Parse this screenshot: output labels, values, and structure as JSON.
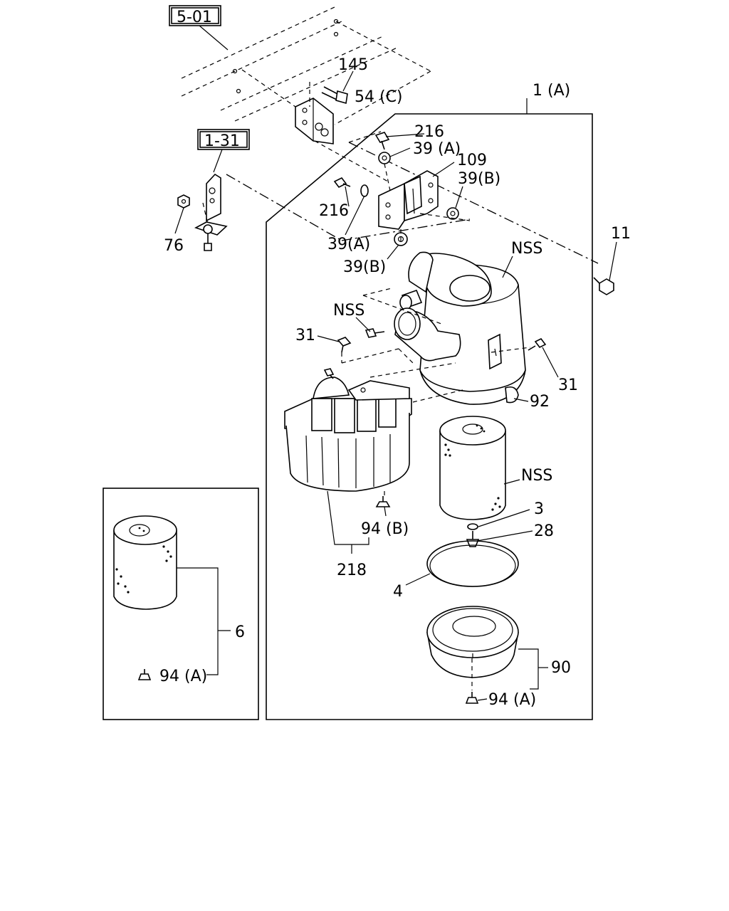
{
  "refs": {
    "ref_5_01": "5-01",
    "ref_1_31": "1-31"
  },
  "callouts": {
    "c145": "145",
    "c54c": "54 (C)",
    "c1a": "1 (A)",
    "c216_top": "216",
    "c39a_top": "39 (A)",
    "c109": "109",
    "c39b_right": "39(B)",
    "c216_mid": "216",
    "c39a_mid": "39(A)",
    "c39b_mid": "39(B)",
    "c76": "76",
    "c11": "11",
    "c_nss_housing": "NSS",
    "c_nss_elbow": "NSS",
    "c31_left": "31",
    "c31_right": "31",
    "c92": "92",
    "c_nss_element": "NSS",
    "c3": "3",
    "c28": "28",
    "c94b": "94 (B)",
    "c218": "218",
    "c4": "4",
    "c90": "90",
    "c94a_main": "94 (A)",
    "c6": "6",
    "c94a_inset": "94 (A)"
  }
}
